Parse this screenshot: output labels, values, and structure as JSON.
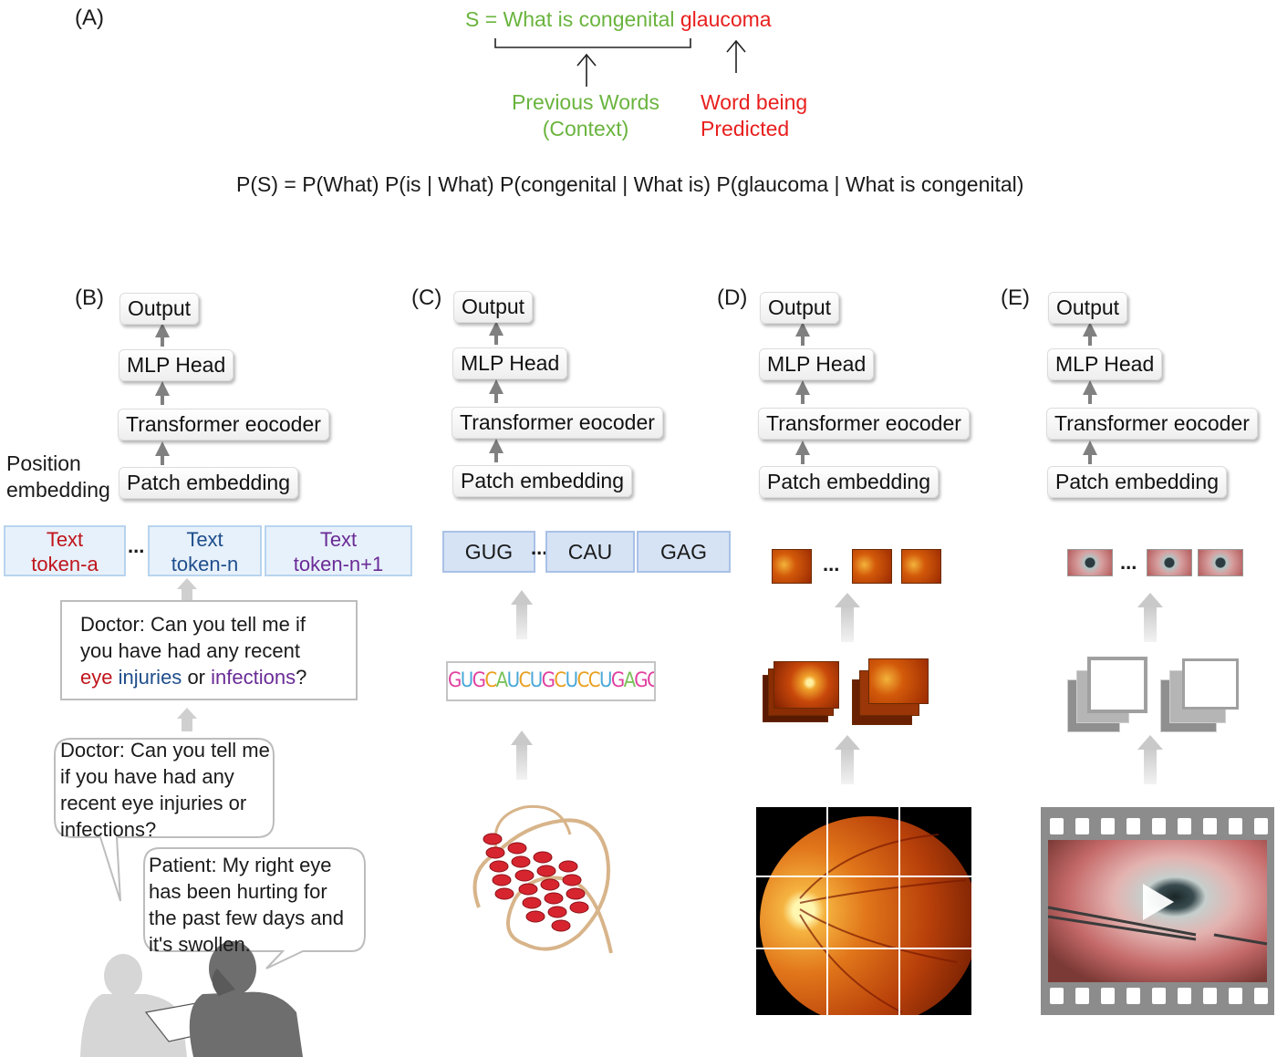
{
  "panel_a": {
    "label": "(A)",
    "sentence_prefix": "S = What is congenital",
    "sentence_target": "glaucoma",
    "context_line1": "Previous Words",
    "context_line2": "(Context)",
    "predicted_line1": "Word being",
    "predicted_line2": "Predicted",
    "formula": "P(S) = P(What) P(is | What) P(congenital | What is) P(glaucoma | What is congenital)",
    "colors": {
      "context": "#6ab43e",
      "predicted": "#e8201e"
    }
  },
  "pipeline": {
    "output": "Output",
    "mlp_head": "MLP Head",
    "transformer": "Transformer eocoder",
    "patch_embedding": "Patch embedding"
  },
  "panel_b": {
    "label": "(B)",
    "position_line1": "Position",
    "position_line2": "embedding",
    "tokens": [
      {
        "line1": "Text",
        "line2": "token-a",
        "color": "#c0151c"
      },
      {
        "line1": "Text",
        "line2": "token-n",
        "color": "#1f4e8c"
      },
      {
        "line1": "Text",
        "line2": "token-n+1",
        "color": "#6a2b96"
      }
    ],
    "ellipsis": "...",
    "prompt_line1": "Doctor: Can you tell me if",
    "prompt_line2": "you have had any recent",
    "prompt_word_eye": "eye",
    "prompt_word_injuries": "injuries",
    "prompt_word_or": "or",
    "prompt_word_infections": "infections",
    "prompt_end": "?",
    "doctor_bubble": [
      "Doctor: Can you tell me",
      "if you have had any",
      "recent eye injuries or",
      "infections?"
    ],
    "patient_bubble": [
      "Patient: My right eye",
      "has been hurting for",
      "the past few days and",
      "it's swollen."
    ]
  },
  "panel_c": {
    "label": "(C)",
    "codons": [
      "GUG",
      "CAU",
      "GAG"
    ],
    "ellipsis": "...",
    "sequence": "GUGCAUCUGCUCCUGAGGAG"
  },
  "panel_d": {
    "label": "(D)",
    "ellipsis": "..."
  },
  "panel_e": {
    "label": "(E)",
    "ellipsis": "..."
  }
}
